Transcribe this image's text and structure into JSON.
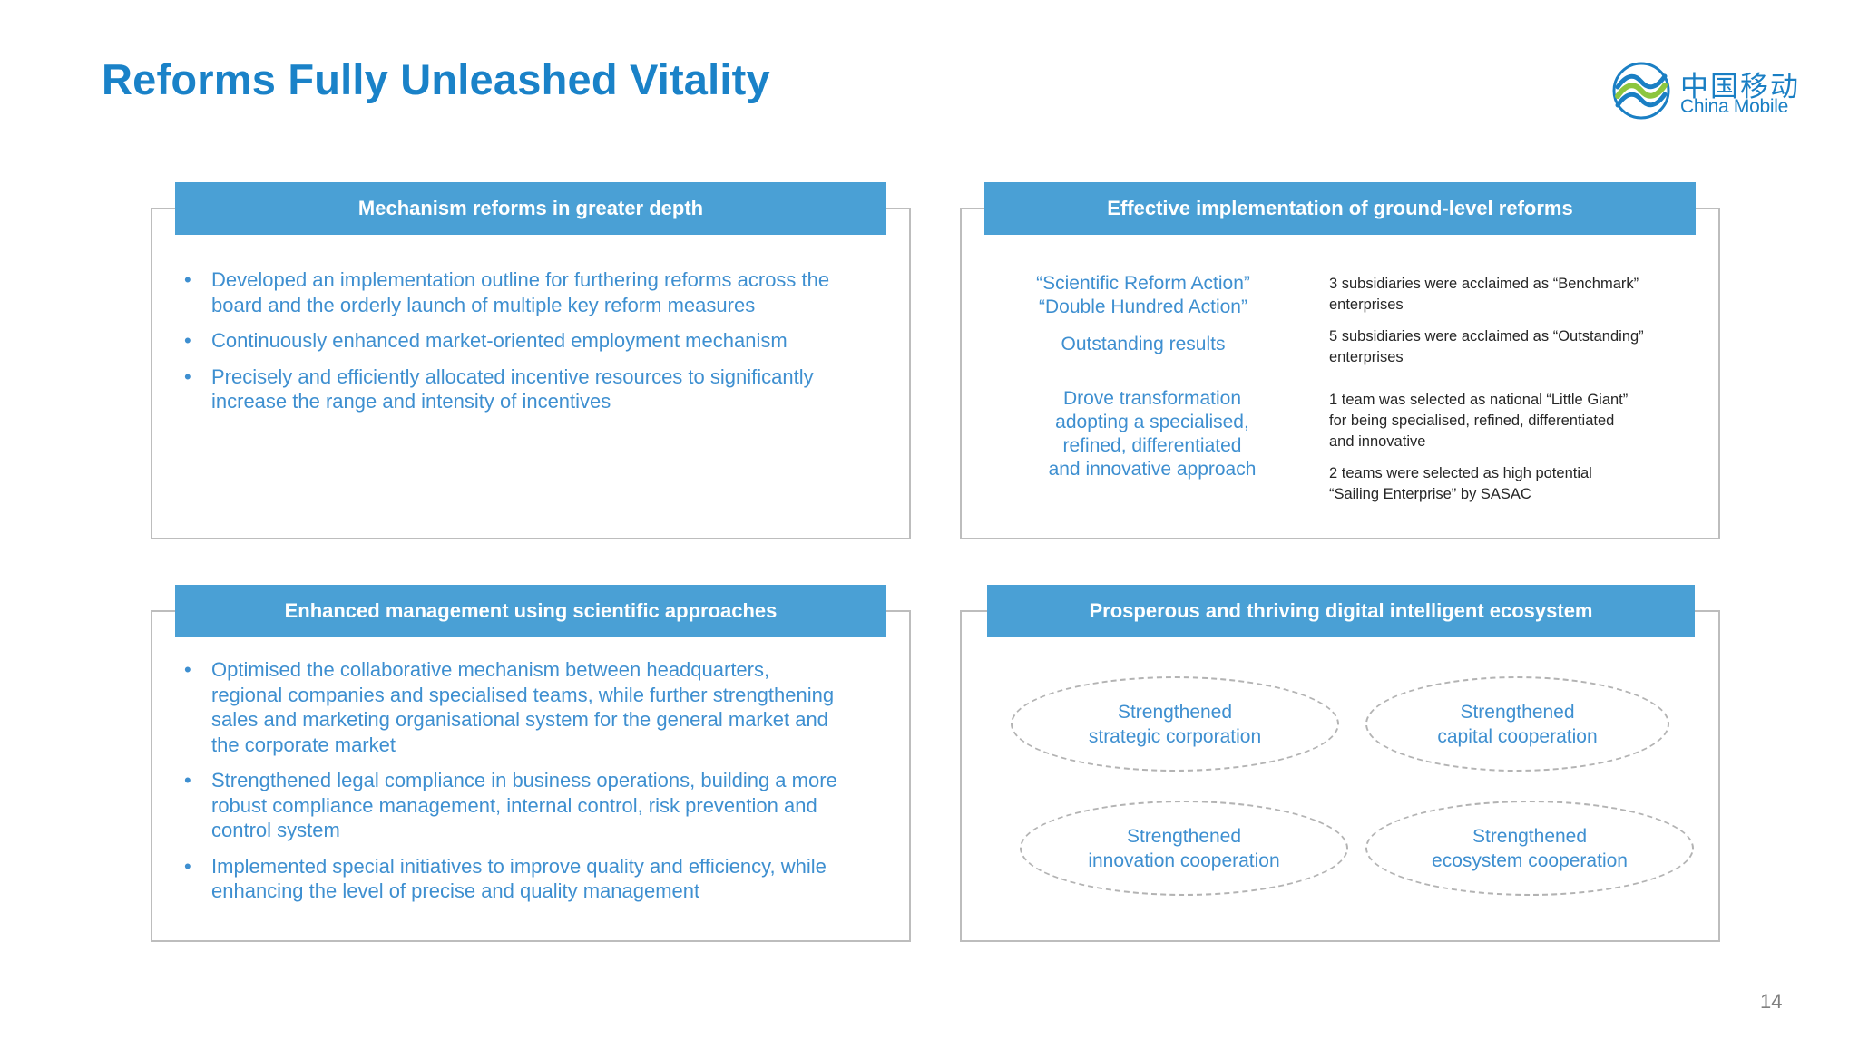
{
  "title": "Reforms Fully Unleashed Vitality",
  "logo": {
    "chinese": "中国移动",
    "english": "China Mobile",
    "brand_color": "#1a7fc4",
    "accent_color": "#8cc63f"
  },
  "panel1": {
    "header": "Mechanism reforms in greater depth",
    "bullets": [
      "Developed an implementation outline for furthering reforms across the board and the orderly launch of multiple key reform measures",
      "Continuously enhanced market-oriented employment mechanism",
      "Precisely and efficiently allocated incentive resources to significantly increase the range and intensity of incentives"
    ]
  },
  "panel2": {
    "header": "Effective implementation of ground-level reforms",
    "left_top_lines": [
      "“Scientific Reform Action”",
      "“Double Hundred Action”"
    ],
    "left_outstanding": "Outstanding results",
    "left_bottom_lines": [
      "Drove transformation",
      "adopting a specialised,",
      "refined, differentiated",
      "and innovative approach"
    ],
    "right_items": [
      [
        "3 subsidiaries were acclaimed as “Benchmark”",
        "enterprises"
      ],
      [
        "5 subsidiaries were acclaimed as “Outstanding”",
        "enterprises"
      ],
      [
        "1 team was selected as national “Little Giant”",
        "for being specialised, refined, differentiated",
        "and innovative"
      ],
      [
        "2 teams were selected as high potential",
        "“Sailing Enterprise” by SASAC"
      ]
    ]
  },
  "panel3": {
    "header": "Enhanced management using scientific approaches",
    "bullets": [
      "Optimised the collaborative mechanism between headquarters, regional companies and specialised teams, while further strengthening sales and marketing organisational system for the general market and the corporate market",
      "Strengthened legal compliance in business operations, building a more robust compliance management, internal control, risk prevention and control system",
      "Implemented special initiatives to improve quality and efficiency, while enhancing the level of precise and quality management"
    ]
  },
  "panel4": {
    "header": "Prosperous and thriving digital intelligent ecosystem",
    "ellipses": [
      [
        "Strengthened",
        "strategic corporation"
      ],
      [
        "Strengthened",
        "capital cooperation"
      ],
      [
        "Strengthened",
        "innovation cooperation"
      ],
      [
        "Strengthened",
        "ecosystem cooperation"
      ]
    ]
  },
  "page_number": "14",
  "colors": {
    "title": "#1a82c8",
    "header_bg": "#4aa0d5",
    "body_text": "#3e8fd0",
    "border": "#bdbdbd"
  }
}
